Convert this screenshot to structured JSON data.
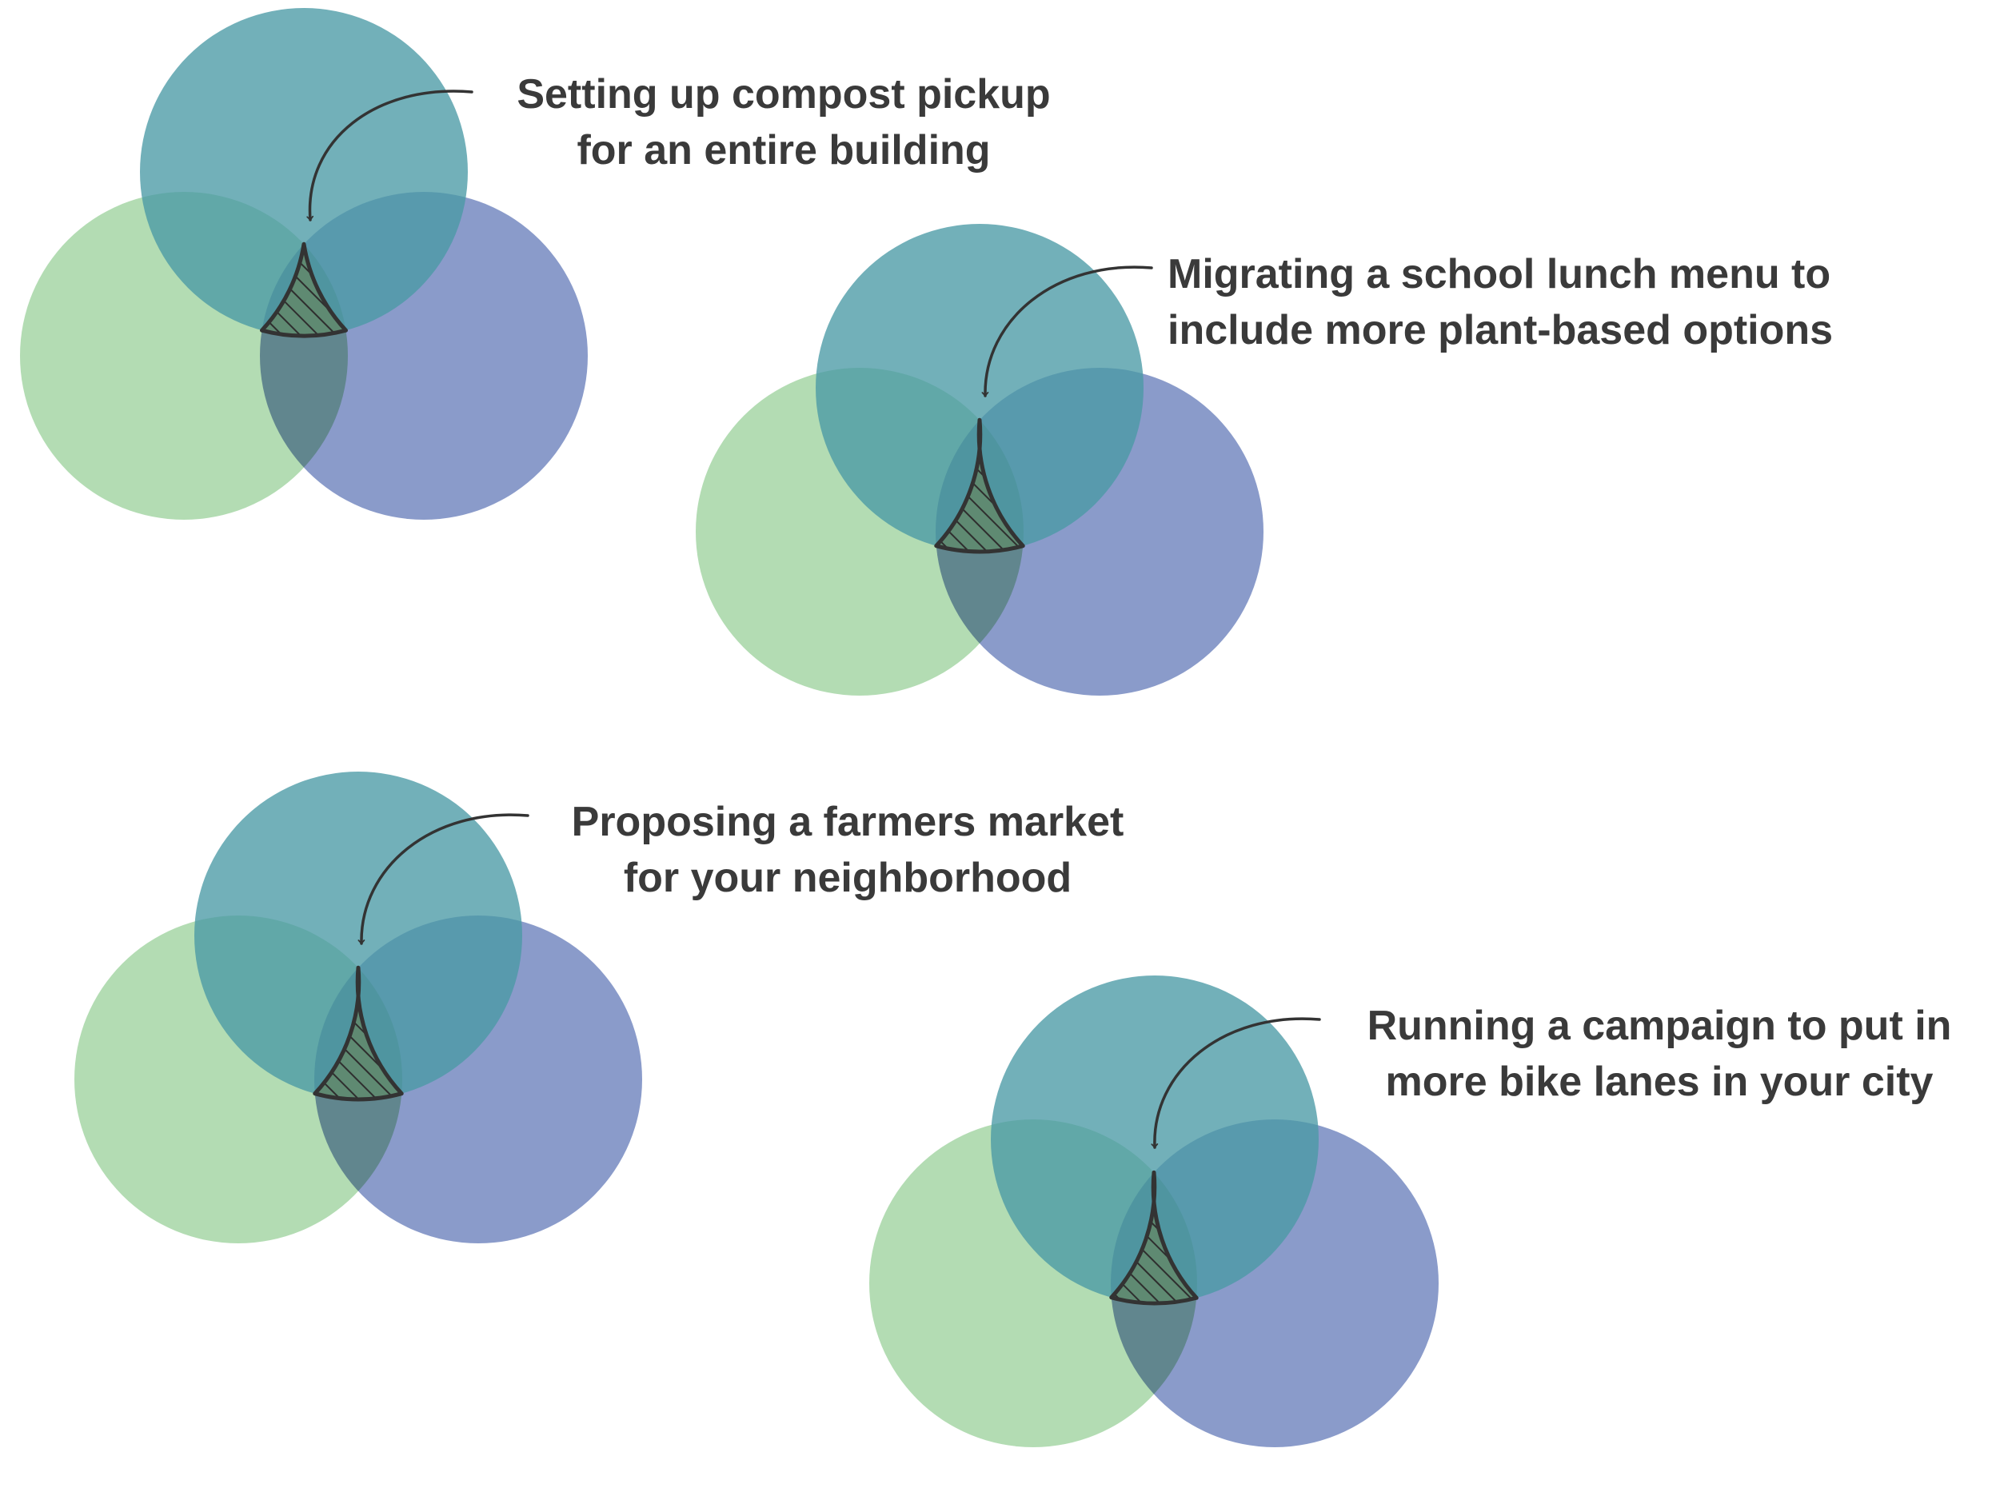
{
  "colors": {
    "circle_top": "#4a9aa5",
    "circle_left": "#99d09a",
    "circle_right": "#5d75b5",
    "outline": "#333333",
    "text": "#3a3a3a"
  },
  "diagrams": [
    {
      "label_lines": [
        "Setting up compost pickup",
        "for an entire building"
      ],
      "anchor": "middle"
    },
    {
      "label_lines": [
        "Migrating a school lunch menu to",
        "include more plant-based options"
      ],
      "anchor": "start"
    },
    {
      "label_lines": [
        "Proposing a farmers market",
        "for your neighborhood"
      ],
      "anchor": "middle"
    },
    {
      "label_lines": [
        "Running a campaign to put in",
        "more bike lanes in your city"
      ],
      "anchor": "middle"
    }
  ]
}
